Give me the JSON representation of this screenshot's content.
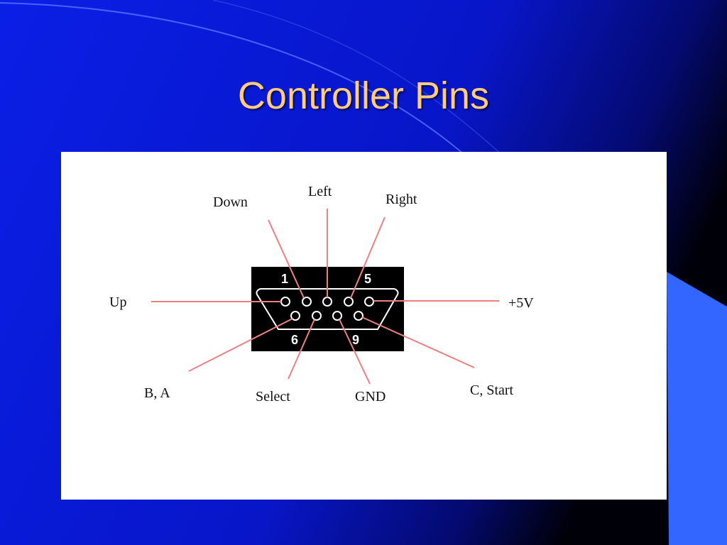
{
  "slide": {
    "title": "Controller Pins",
    "title_color": "#FFCC80",
    "background_color": "#0A1FE6",
    "panel_color": "#FFFFFF",
    "accent_shape_color": "#3366FF"
  },
  "diagram": {
    "connector": {
      "type": "DE-9 connector",
      "background": "#000000",
      "outline_color": "#FFFFFF",
      "pin_labels": {
        "top_left": "1",
        "top_right": "5",
        "bottom_left": "6",
        "bottom_right": "9"
      }
    },
    "leader_line_color": "#F08080",
    "pins": [
      {
        "pin": 1,
        "label": "Up"
      },
      {
        "pin": 2,
        "label": "Down"
      },
      {
        "pin": 3,
        "label": "Left"
      },
      {
        "pin": 4,
        "label": "Right"
      },
      {
        "pin": 5,
        "label": "+5V"
      },
      {
        "pin": 6,
        "label": "B, A"
      },
      {
        "pin": 7,
        "label": "Select"
      },
      {
        "pin": 8,
        "label": "GND"
      },
      {
        "pin": 9,
        "label": "C, Start"
      }
    ]
  }
}
